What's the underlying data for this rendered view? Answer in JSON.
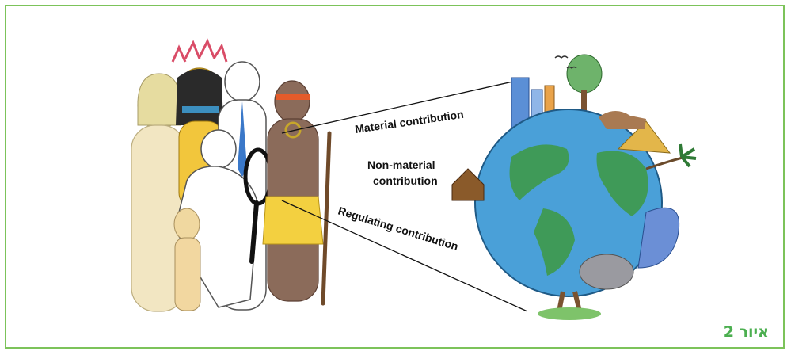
{
  "figure": {
    "labels": {
      "material": "Material contribution",
      "non_material_line1": "Non-material",
      "non_material_line2": "contribution",
      "regulating": "Regulating contribution"
    },
    "caption": "איור 2"
  },
  "colors": {
    "frame_border": "#7cc35a",
    "caption": "#4caf50",
    "ocean": "#4aa0d8",
    "land": "#3f9a58"
  }
}
